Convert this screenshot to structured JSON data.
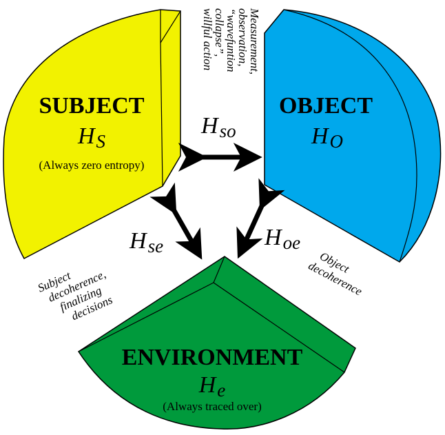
{
  "colors": {
    "subject": "#f2f200",
    "object": "#00a8ec",
    "environment": "#009a3c",
    "outline": "#000000"
  },
  "subject": {
    "title": "SUBJECT",
    "symbol": "H",
    "sub": "S",
    "note": "(Always zero entropy)"
  },
  "object": {
    "title": "OBJECT",
    "symbol": "H",
    "sub": "O"
  },
  "environment": {
    "title": "ENVIRONMENT",
    "symbol": "H",
    "sub": "e",
    "note": "(Always traced over)"
  },
  "interactions": {
    "so": {
      "symbol": "H",
      "sub": "so"
    },
    "se": {
      "symbol": "H",
      "sub": "se"
    },
    "oe": {
      "symbol": "H",
      "sub": "oe"
    }
  },
  "annotations": {
    "measurement": [
      "Measurement,",
      "observation,",
      "“wavefuntion",
      "collapse”,",
      "willful action"
    ],
    "subject_decoherence": [
      "Subject",
      "decoherence,",
      "finalizing",
      "decisions"
    ],
    "object_decoherence": [
      "Object",
      "decoherence"
    ]
  }
}
